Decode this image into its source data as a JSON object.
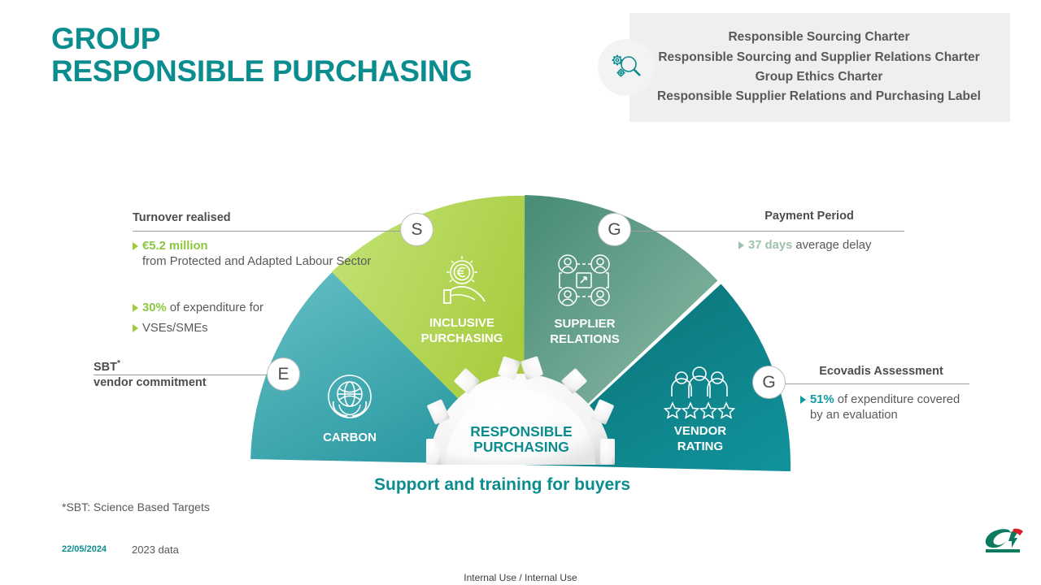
{
  "title": "GROUP\nRESPONSIBLE PURCHASING",
  "charter": {
    "icon": "magnifier-gears-icon",
    "lines": [
      "Responsible Sourcing Charter",
      "Responsible Sourcing and Supplier Relations Charter",
      "Group Ethics Charter",
      "Responsible Supplier Relations and Purchasing Label"
    ]
  },
  "wheel": {
    "center_label_line1": "RESPONSIBLE",
    "center_label_line2": "PURCHASING",
    "segments": [
      {
        "id": "carbon",
        "label_line1": "CARBON",
        "label_line2": "",
        "color": "#4fb8bd",
        "icon": "globe-in-hands-icon",
        "badge": "E"
      },
      {
        "id": "inclusive-purchasing",
        "label_line1": "INCLUSIVE",
        "label_line2": "PURCHASING",
        "color": "#b5d96a",
        "icon": "euro-coin-in-hand-icon",
        "badge": "S"
      },
      {
        "id": "supplier-relations",
        "label_line1": "SUPPLIER",
        "label_line2": "RELATIONS",
        "color": "#5a9c87",
        "icon": "people-network-icon",
        "badge": "G"
      },
      {
        "id": "vendor-rating",
        "label_line1": "VENDOR",
        "label_line2": "RATING",
        "color": "#0c7f85",
        "icon": "people-stars-rating-icon",
        "badge": "G"
      }
    ]
  },
  "turnover": {
    "heading": "Turnover realised",
    "item1_value": "€5.2 million",
    "item1_text": "from Protected and Adapted Labour Sector",
    "item2_value": "30%",
    "item2_text": " of expenditure  for",
    "item3_text": "VSEs/SMEs"
  },
  "sbt": {
    "line1": "SBT",
    "marker": "*",
    "line2": "vendor commitment"
  },
  "payment": {
    "heading": "Payment Period",
    "value": "37 days",
    "text": " average delay"
  },
  "ecovadis": {
    "heading": "Ecovadis Assessment",
    "value": "51%",
    "text": " of expenditure  covered",
    "text2": "by an evaluation"
  },
  "footer": {
    "support": "Support and training for buyers",
    "sbt_note": "*SBT: Science Based Targets",
    "date": "22/05/2024",
    "data_year": "2023 data",
    "internal": "Internal Use / Internal Use",
    "logo": "credit-agricole-logo"
  },
  "colors": {
    "brand_teal": "#0b8c8f",
    "green": "#8dc63f",
    "sage": "#9fc2ae",
    "teal": "#0e9aa0",
    "grey_text": "#595959"
  }
}
